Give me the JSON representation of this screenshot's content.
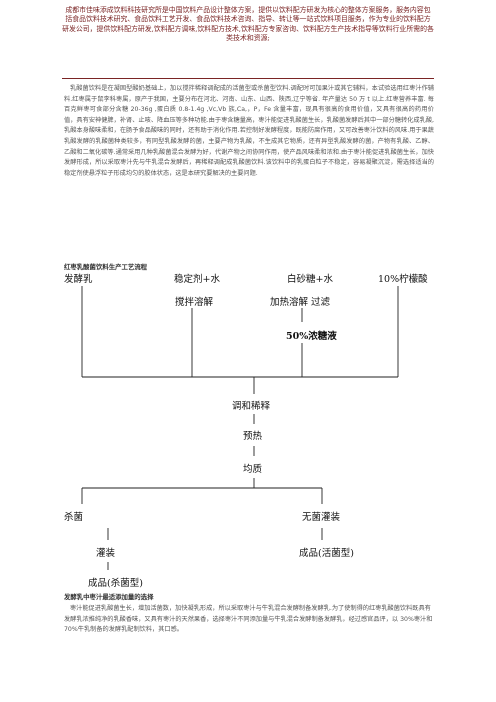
{
  "header": {
    "text": "成都市佳味添成饮料科技研究所是中国饮料产品设计整体方案，提供以饮料配方研发为核心的整体方案服务，服务内容包括食品饮料技术研究、食品饮料工艺开发、食品饮料技术咨询、指导、转让等一站式饮料项目服务，作为专业的饮料配方研发公司，提供饮料配方研发,饮料配方调味,饮料配方技术,饮料配方专家咨询、饮料配方生产技术指导等饮料行业所需的各类技术和资源;"
  },
  "intro": {
    "text": "乳酸菌饮料是在凝固型酸奶基础上，加以搅拌稀释调配成的活菌型或杀菌型饮料.调配时可加果汁或其它辅料，本试验选用红枣汁作辅料.红枣属于鼠李科枣属，原产于我国，主要分布在河北、河南、山东、山西、陕西,辽宁等省. 年产量达 50 万 t 以上.红枣营养丰富. 每百克鲜枣可食部分含糖 20-36g ,蛋白质 0.8-1.4g ,Vc,Vb 族,Ca,，P，Fe 含量丰富，现具有很高的食用价值，又具有很高的药用价值，具有安神健脾，补肾、止咳、降血压等多种功能.由于枣含糖量高，枣汁能促进乳酸菌生长，乳酸菌发酵后其中一部分糖转化成乳酸,乳酸本身酸味柔和，在肠予食品酸味的同时，还有助于消化作用.若控制好发酵程度，既能防腐作用，又可改善枣汁饮料的风味.用于果蔬乳酸发酵的乳酸菌种类较多，有同型乳酸发酵的菌，主要产物为乳酸，不生成其它物质，还有异型乳酸发酵的菌，产物有乳酸、乙醇、乙酸和二氧化碳等.通常采用几种乳酸菌混合发酵为好，代谢产物之间协同作用，使产品风味柔和浓和.由于枣汁能促进乳酸菌生长，加快发酵形成，所以采取枣汁先与牛乳混合发酵后，再稀释调配成乳酸菌饮料.该饮料中的乳蛋白粒子不稳定，容易凝聚沉淀，需选择适当的稳定剂使悬浮粒子形成均匀的胶体状态，这是本研究要解决的主要问题."
  },
  "process_title": "红枣乳酸菌饮料生产工艺流程",
  "flowchart": {
    "fermented_milk": "发酵乳",
    "stabilizer_water": "稳定剂+水",
    "stir_dissolve": "搅拌溶解",
    "sugar_water": "白砂糖+水",
    "heat_dissolve_filter": "加热溶解  过滤",
    "syrup": "50%浓糖液",
    "lemon_acid": "10%柠檬酸",
    "mix_dilute": "调和稀释",
    "preheat": "预热",
    "homogenize": "均质",
    "sterilize": "杀菌",
    "aseptic_fill": "无菌灌装",
    "filling": "灌装",
    "product_live": "成品(活菌型)",
    "product_sterile": "成品(杀菌型)"
  },
  "selection_title": "发酵乳中枣汁最适添加量的选择",
  "selection": {
    "text": "枣汁能促进乳酸菌生长，增加活菌数，加快凝乳形成，所以采取枣汁与牛乳混合发酵制备发酵乳.为了使制得的红枣乳酸菌饮料既具有发酵乳浓推纯净的乳酸香味，又具有枣汁的天然果香，选择枣汁不同添加量与牛乳混合发酵制备发酵乳，经过感官品评，以 30%枣汁和 70%牛乳制备的发酵乳配制饮料，其口感。"
  }
}
